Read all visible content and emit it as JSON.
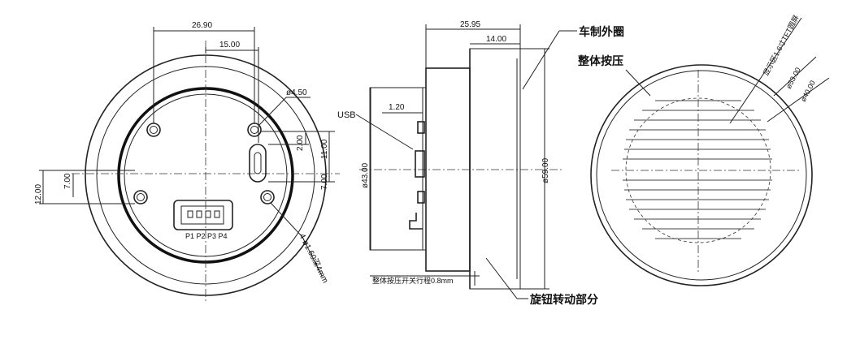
{
  "front_view": {
    "dims": {
      "width_outer": "26.90",
      "width_inner": "15.00",
      "hole_dia": "ø4.50",
      "usb_offset": "2.00",
      "usb_height": "11.00",
      "usb_half": "7.00",
      "left_half": "7.00",
      "left_total": "12.00",
      "screw_spec": "4-ø1.60深4mm"
    },
    "connector_pins": "P1 P2 P3 P4"
  },
  "side_view": {
    "dims": {
      "total_length": "25.95",
      "ring_length": "14.00",
      "usb_gap": "1.20",
      "body_dia": "ø43.00",
      "outer_dia": "ø59.00",
      "press_travel": "整体按压开关行程0.8mm"
    },
    "labels": {
      "usb": "USB",
      "outer_ring": "车制外圈",
      "rotating_part": "旋钮转动部分"
    }
  },
  "back_view": {
    "labels": {
      "press": "整体按压",
      "screen": "显示区1.6寸TFT圆屏"
    },
    "dims": {
      "dia_53": "ø53.00",
      "dia_40": "ø40.00"
    }
  }
}
